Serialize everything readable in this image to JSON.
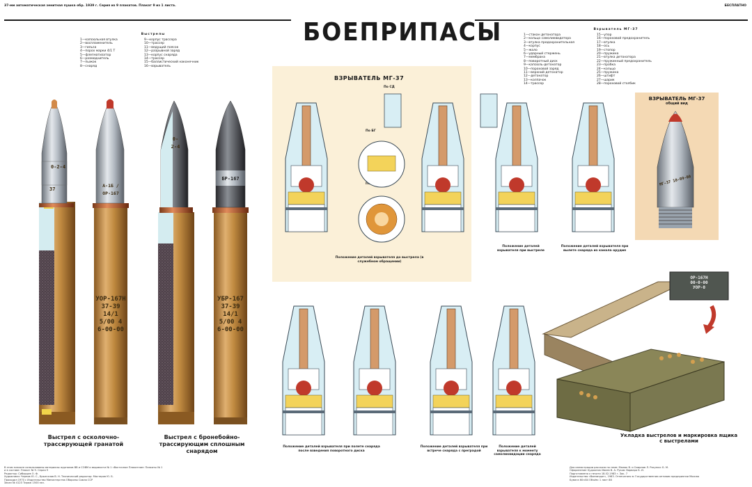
{
  "header": {
    "left": "37-мм автоматическая зенитная пушка обр. 1939 г. Серия из 9 плакатов. Плакат 9 из 1 листа.",
    "right": "БЕСПЛАТНО"
  },
  "title": "БОЕПРИПАСЫ",
  "legend_shots": {
    "heading": "Выстрелы",
    "items": [
      "1—капсюльная втулка",
      "2—воспламенитель",
      "3—гильза",
      "4—порох марки 4/1 Т",
      "5—флегматизатор",
      "6—размеднитель",
      "7—пыжок",
      "8—снаряд",
      "9—корпус трассера",
      "10—трассер",
      "11—ведущий поясок",
      "12—разрывной заряд",
      "13—корпус снаряда",
      "14—трассер",
      "15—баллистический наконечник",
      "16—взрыватель"
    ]
  },
  "legend_fuze": {
    "heading": "Взрыватель МГ-37",
    "items": [
      "1—стакан детонатора",
      "2—кольцо самоликвидатора",
      "3—втулка предохранительная",
      "4—корпус",
      "5—жало",
      "6—ударный стержень",
      "7—мембрана",
      "8—поворотный диск",
      "9—капсюль-детонатор",
      "10—пороховой заряд",
      "11—верхний детонатор",
      "12—детонатор",
      "13—колпачок",
      "14—трассер",
      "15—упор",
      "16—пороховой предохранитель",
      "17—втулка",
      "18—ось",
      "19—стопор",
      "20—пружина",
      "21—втулка детонатора",
      "22—пружинный предохранитель",
      "23—пробка",
      "24—кольцо",
      "25—пружина",
      "26—штифт",
      "27—шарик",
      "28—пороховой столбик"
    ]
  },
  "round_markings": {
    "left_nose": "0-2-4",
    "left_body": "37",
    "left_shell": "А-1Б / ОР-167",
    "left_case": [
      "УОР-167Н",
      "37-39",
      "14/1 5/00 4",
      "6-00-00"
    ],
    "right_nose": "0-2-4",
    "right_shell": "БР-167",
    "right_case": [
      "УБР-167",
      "37-39",
      "14/1 5/00 4",
      "6-00-00"
    ]
  },
  "captions": {
    "shot_frag": "Выстрел с осколочно-трассирующей гранатой",
    "shot_ap": "Выстрел с бронебойно-трассирующим сплошным снарядом",
    "panel_title": "ВЗРЫВАТЕЛЬ МГ-37",
    "panel_sections": [
      "По СД",
      "По БГ",
      "По АБ"
    ],
    "panel_caption": "Положение деталей взрывателя до выстрела (в служебном обращении)",
    "fire_caption": "Положение деталей взрывателя при выстреле",
    "muzzle_caption": "Положение деталей взрывателя при вылете снаряда из канала орудия",
    "fuze_view_title": "ВЗРЫВАТЕЛЬ МГ-37",
    "fuze_view_sub": "общий вид",
    "fuze_view_marks": "МГ-37 10-09-00",
    "bottom_captions": [
      "Положение деталей взрывателя при полете снаряда после взведения поворотного диска",
      "Положение деталей взрывателя при встрече снаряда с преградой",
      "Положение деталей взрывателя к моменту самоликвидации снаряда"
    ],
    "box_caption": "Укладка выстрелов и маркировка ящика с выстрелами",
    "box_label": [
      "ОР-167Н",
      "00-0-00",
      "УОР-0"
    ]
  },
  "footer": {
    "left": [
      "В этом плакате использованы материалы журналов ВВ и СОВМ и ведомости № 1 «Восточное Плакатное» Плакаты № 1",
      "и в составе: Плакат № 9. Серия 9",
      "Редактор: Сибирцев О. Ф.",
      "Художники: Чернов Ю. С., Брызгалов В. Н. Технический редактор: Мастеров Ю. Б.",
      "Проходил 1970 с Издательство Министерства Обороны Союза ССР",
      "Заказ № 4123 Тираж 1500 экз."
    ],
    "right": [
      "Для иллюстрации рассказа по теме: Малюк В. и Смирнов Л. Рисунки: Б. М.",
      "Оформление Художник Ивлев В. А. Руков: Варвара Б. И.",
      "Подготовлено к печати 18.02.1983 г. Зак. 7",
      "Издательство «Воениздат», 1983. Отпечатано в: Государственном оптовом предприятии Москва",
      "Бумага 60×84 Объём: 1 лист 88"
    ]
  },
  "colors": {
    "brass": "#b9843c",
    "steel": "#aab4bf",
    "red_tip": "#c0392b",
    "panel_bg": "#fbf0d8",
    "powder": "#5b4a52"
  }
}
